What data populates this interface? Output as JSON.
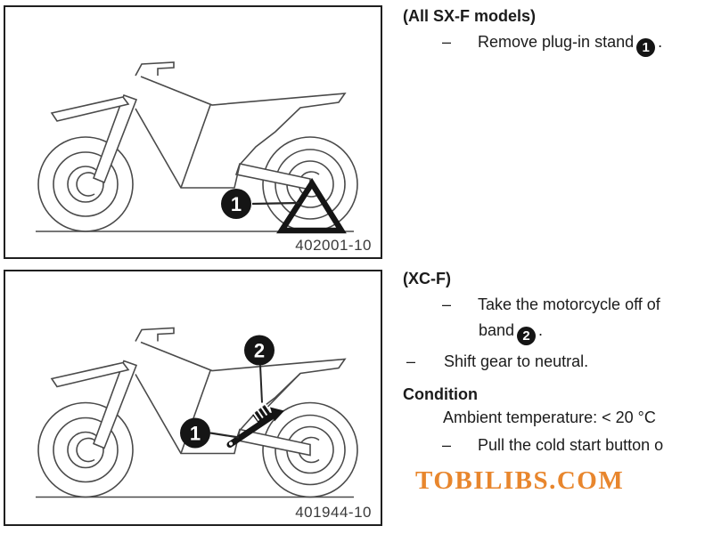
{
  "colors": {
    "ink": "#1b1b1b",
    "line_art": "#4a4a4a",
    "callout_fill": "#151515",
    "watermark_orange": "#e8862d"
  },
  "figure1": {
    "label": "402001-10",
    "callout1": "1",
    "description": "motorcycle with plug-in triangle stand under rear wheel"
  },
  "figure2": {
    "label": "401944-10",
    "callout1": "1",
    "callout2": "2",
    "description": "motorcycle with side stand and rubber band"
  },
  "text": {
    "dash": "–",
    "h_sxf": "(All SX-F models)",
    "sxf_step_text": "Remove plug-in stand",
    "sxf_step_num": "1",
    "period": ".",
    "h_xcf": "(XC-F)",
    "xcf_step_line1": "Take the motorcycle off of",
    "xcf_step_line2": "band",
    "xcf_step_num": "2",
    "shift_step": "Shift gear to neutral.",
    "h_condition": "Condition",
    "condition_line": "Ambient temperature: < 20 °C",
    "cold_start_step": "Pull the cold start button o",
    "watermark": "TOBILIBS.COM"
  }
}
